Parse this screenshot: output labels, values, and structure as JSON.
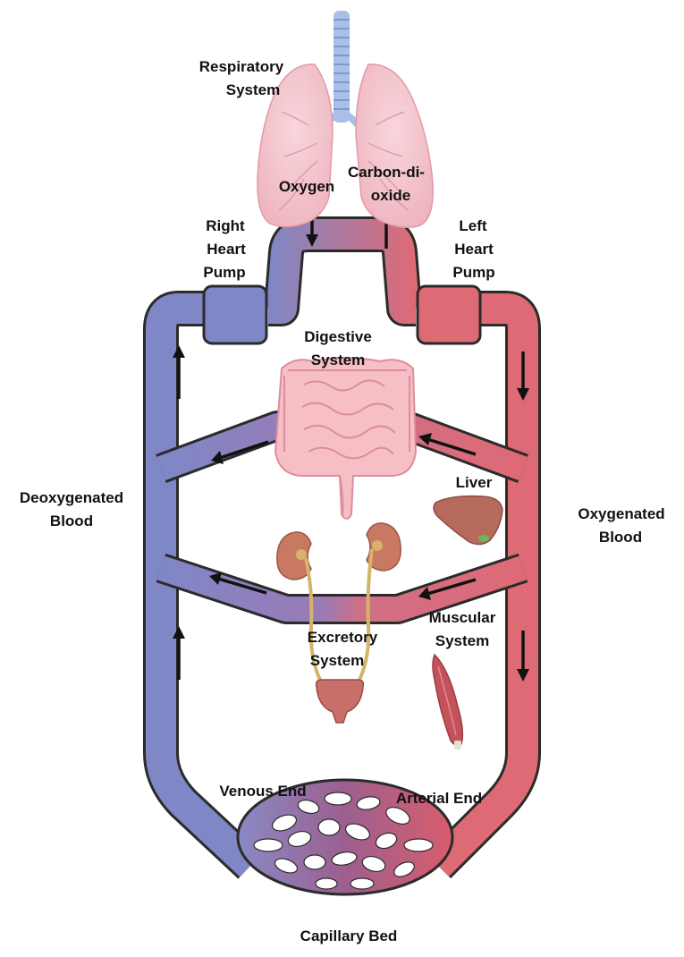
{
  "labels": {
    "respiratory_1": "Respiratory",
    "respiratory_2": "System",
    "oxygen": "Oxygen",
    "carbon_1": "Carbon-di-",
    "carbon_2": "oxide",
    "right_heart_1": "Right",
    "right_heart_2": "Heart",
    "right_heart_3": "Pump",
    "left_heart_1": "Left",
    "left_heart_2": "Heart",
    "left_heart_3": "Pump",
    "digestive_1": "Digestive",
    "digestive_2": "System",
    "liver": "Liver",
    "deoxygenated_1": "Deoxygenated",
    "deoxygenated_2": "Blood",
    "oxygenated_1": "Oxygenated",
    "oxygenated_2": "Blood",
    "muscular_1": "Muscular",
    "muscular_2": "System",
    "excretory_1": "Excretory",
    "excretory_2": "System",
    "venous_end": "Venous End",
    "arterial_end": "Arterial End",
    "capillary_bed": "Capillary Bed"
  },
  "colors": {
    "deoxygenated": "#7f87c6",
    "oxygenated": "#de6a75",
    "mixed": "#a06ea0",
    "outline": "#2b2b2b",
    "lung": "#f2c4cc",
    "trachea": "#a9bfe8",
    "intestine": "#f6bfc6",
    "liver": "#b56a5c",
    "kidney": "#c97862",
    "ureter": "#d5b46a",
    "bladder": "#c86f6a",
    "muscle": "#c4525a"
  }
}
